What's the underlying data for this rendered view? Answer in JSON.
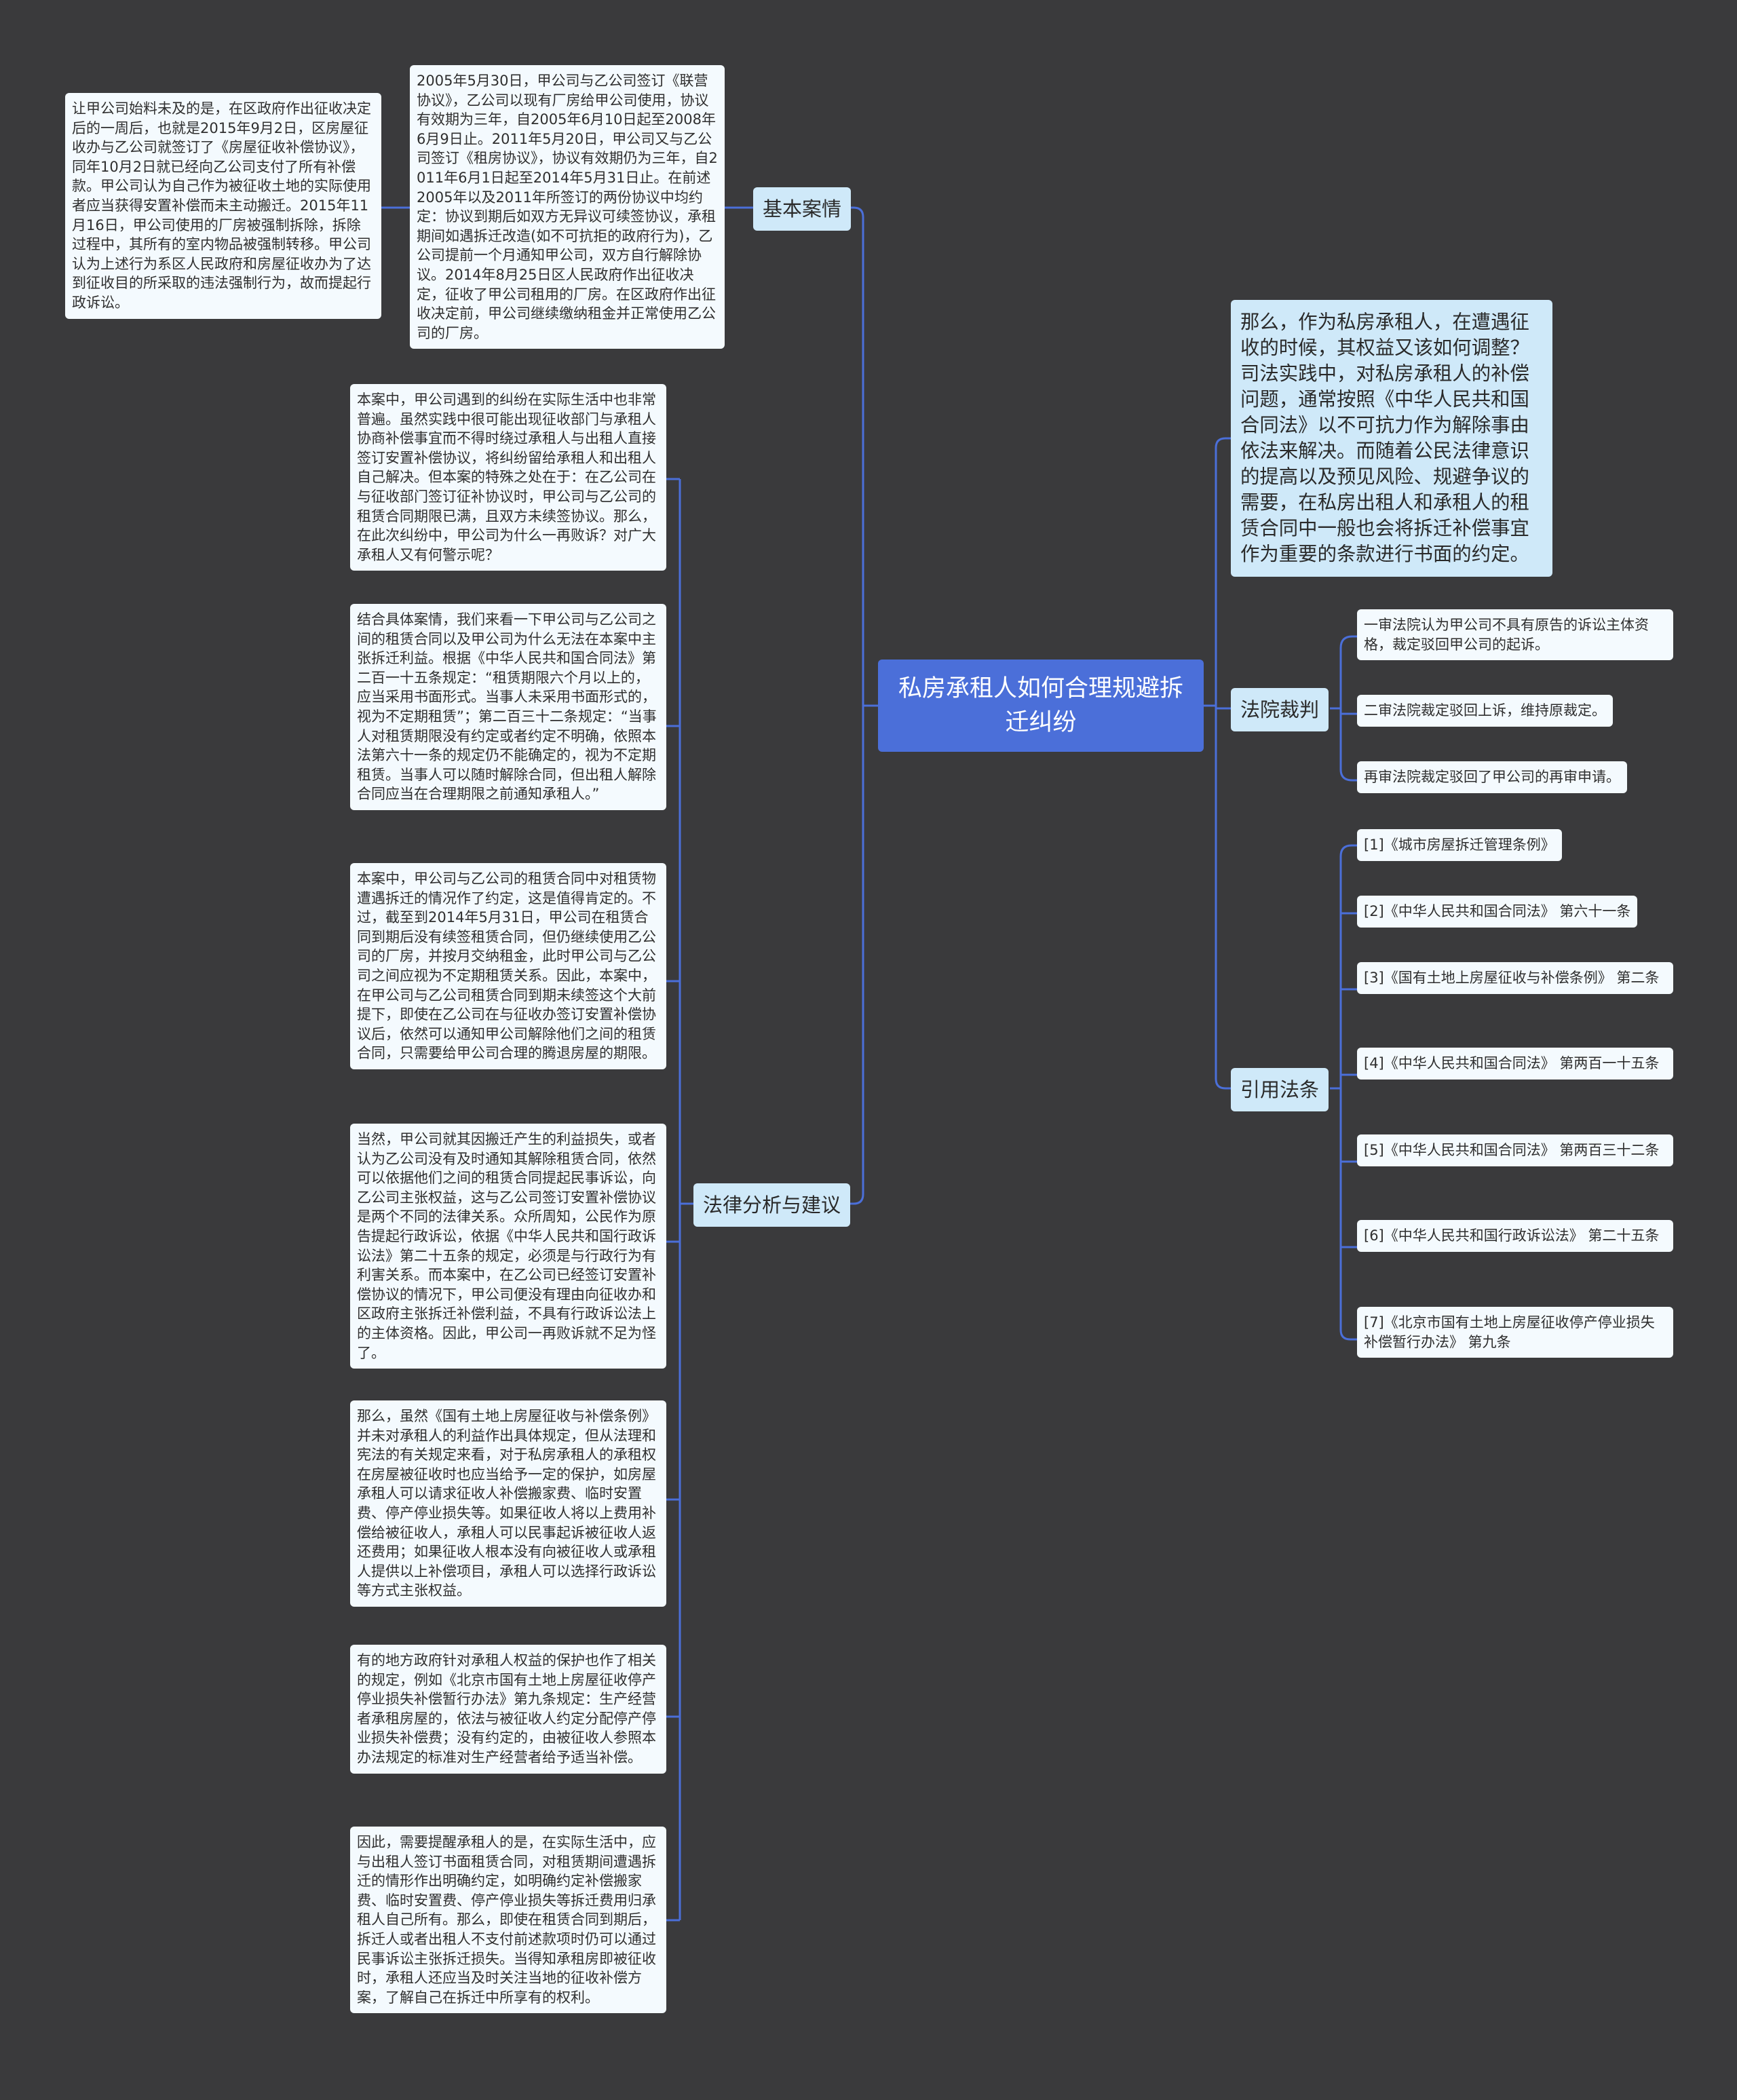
{
  "root": {
    "title": "私房承租人如何合理规避拆迁纠纷"
  },
  "colors": {
    "background": "#3a3a3c",
    "root": "#4b6fd9",
    "branch": "#cfe9f9",
    "leaf": "#f4fafe",
    "line": "#4b6fd9"
  },
  "left": {
    "basic_case": {
      "label": "基本案情",
      "items": [
        "让甲公司始料未及的是，在区政府作出征收决定后的一周后，也就是2015年9月2日，区房屋征收办与乙公司就签订了《房屋征收补偿协议》，同年10月2日就已经向乙公司支付了所有补偿款。甲公司认为自己作为被征收土地的实际使用者应当获得安置补偿而未主动搬迁。2015年11月16日，甲公司使用的厂房被强制拆除，拆除过程中，其所有的室内物品被强制转移。甲公司认为上述行为系区人民政府和房屋征收办为了达到征收目的所采取的违法强制行为，故而提起行政诉讼。",
        "2005年5月30日，甲公司与乙公司签订《联营协议》，乙公司以现有厂房给甲公司使用，协议有效期为三年，自2005年6月10日起至2008年6月9日止。2011年5月20日，甲公司又与乙公司签订《租房协议》，协议有效期仍为三年，自2011年6月1日起至2014年5月31日止。在前述2005年以及2011年所签订的两份协议中均约定：协议到期后如双方无异议可续签协议，承租期间如遇拆迁改造(如不可抗拒的政府行为)，乙公司提前一个月通知甲公司，双方自行解除协议。2014年8月25日区人民政府作出征收决定，征收了甲公司租用的厂房。在区政府作出征收决定前，甲公司继续缴纳租金并正常使用乙公司的厂房。"
      ]
    },
    "analysis": {
      "label": "法律分析与建议",
      "items": [
        "本案中，甲公司遇到的纠纷在实际生活中也非常普遍。虽然实践中很可能出现征收部门与承租人协商补偿事宜而不得时绕过承租人与出租人直接签订安置补偿协议，将纠纷留给承租人和出租人自己解决。但本案的特殊之处在于：在乙公司在与征收部门签订征补协议时，甲公司与乙公司的租赁合同期限已满，且双方未续签协议。那么，在此次纠纷中，甲公司为什么一再败诉？对广大承租人又有何警示呢？",
        "结合具体案情，我们来看一下甲公司与乙公司之间的租赁合同以及甲公司为什么无法在本案中主张拆迁利益。根据《中华人民共和国合同法》第二百一十五条规定：“租赁期限六个月以上的，应当采用书面形式。当事人未采用书面形式的，视为不定期租赁”；第二百三十二条规定：“当事人对租赁期限没有约定或者约定不明确，依照本法第六十一条的规定仍不能确定的，视为不定期租赁。当事人可以随时解除合同，但出租人解除合同应当在合理期限之前通知承租人。”",
        "本案中，甲公司与乙公司的租赁合同中对租赁物遭遇拆迁的情况作了约定，这是值得肯定的。不过，截至到2014年5月31日，甲公司在租赁合同到期后没有续签租赁合同，但仍继续使用乙公司的厂房，并按月交纳租金，此时甲公司与乙公司之间应视为不定期租赁关系。因此，本案中，在甲公司与乙公司租赁合同到期未续签这个大前提下，即使在乙公司在与征收办签订安置补偿协议后，依然可以通知甲公司解除他们之间的租赁合同，只需要给甲公司合理的腾退房屋的期限。",
        "当然，甲公司就其因搬迁产生的利益损失，或者认为乙公司没有及时通知其解除租赁合同，依然可以依据他们之间的租赁合同提起民事诉讼，向乙公司主张权益，这与乙公司签订安置补偿协议是两个不同的法律关系。众所周知，公民作为原告提起行政诉讼，依据《中华人民共和国行政诉讼法》第二十五条的规定，必须是与行政行为有利害关系。而本案中，在乙公司已经签订安置补偿协议的情况下，甲公司便没有理由向征收办和区政府主张拆迁补偿利益，不具有行政诉讼法上的主体资格。因此，甲公司一再败诉就不足为怪了。",
        "那么，虽然《国有土地上房屋征收与补偿条例》并未对承租人的利益作出具体规定，但从法理和宪法的有关规定来看，对于私房承租人的承租权在房屋被征收时也应当给予一定的保护，如房屋承租人可以请求征收人补偿搬家费、临时安置费、停产停业损失等。如果征收人将以上费用补偿给被征收人，承租人可以民事起诉被征收人返还费用；如果征收人根本没有向被征收人或承租人提供以上补偿项目，承租人可以选择行政诉讼等方式主张权益。",
        "有的地方政府针对承租人权益的保护也作了相关的规定，例如《北京市国有土地上房屋征收停产停业损失补偿暂行办法》第九条规定：生产经营者承租房屋的，依法与被征收人约定分配停产停业损失补偿费；没有约定的，由被征收人参照本办法规定的标准对生产经营者给予适当补偿。",
        "因此，需要提醒承租人的是，在实际生活中，应与出租人签订书面租赁合同，对租赁期间遭遇拆迁的情形作出明确约定，如明确约定补偿搬家费、临时安置费、停产停业损失等拆迁费用归承租人自己所有。那么，即使在租赁合同到期后，拆迁人或者出租人不支付前述款项时仍可以通过民事诉讼主张拆迁损失。当得知承租房即被征收时，承租人还应当及时关注当地的征收补偿方案，了解自己在拆迁中所享有的权利。"
      ]
    }
  },
  "right": {
    "intro": "那么，作为私房承租人，在遭遇征收的时候，其权益又该如何调整？司法实践中，对私房承租人的补偿问题，通常按照《中华人民共和国合同法》以不可抗力作为解除事由依法来解决。而随着公民法律意识的提高以及预见风险、规避争议的需要，在私房出租人和承租人的租赁合同中一般也会将拆迁补偿事宜作为重要的条款进行书面的约定。",
    "court": {
      "label": "法院裁判",
      "items": [
        "一审法院认为甲公司不具有原告的诉讼主体资格，裁定驳回甲公司的起诉。",
        "二审法院裁定驳回上诉，维持原裁定。",
        "再审法院裁定驳回了甲公司的再审申请。"
      ]
    },
    "laws": {
      "label": "引用法条",
      "items": [
        "[1]《城市房屋拆迁管理条例》",
        "[2]《中华人民共和国合同法》 第六十一条",
        "[3]《国有土地上房屋征收与补偿条例》 第二条",
        "[4]《中华人民共和国合同法》 第两百一十五条",
        "[5]《中华人民共和国合同法》 第两百三十二条",
        "[6]《中华人民共和国行政诉讼法》 第二十五条",
        "[7]《北京市国有土地上房屋征收停产停业损失补偿暂行办法》 第九条"
      ]
    }
  }
}
